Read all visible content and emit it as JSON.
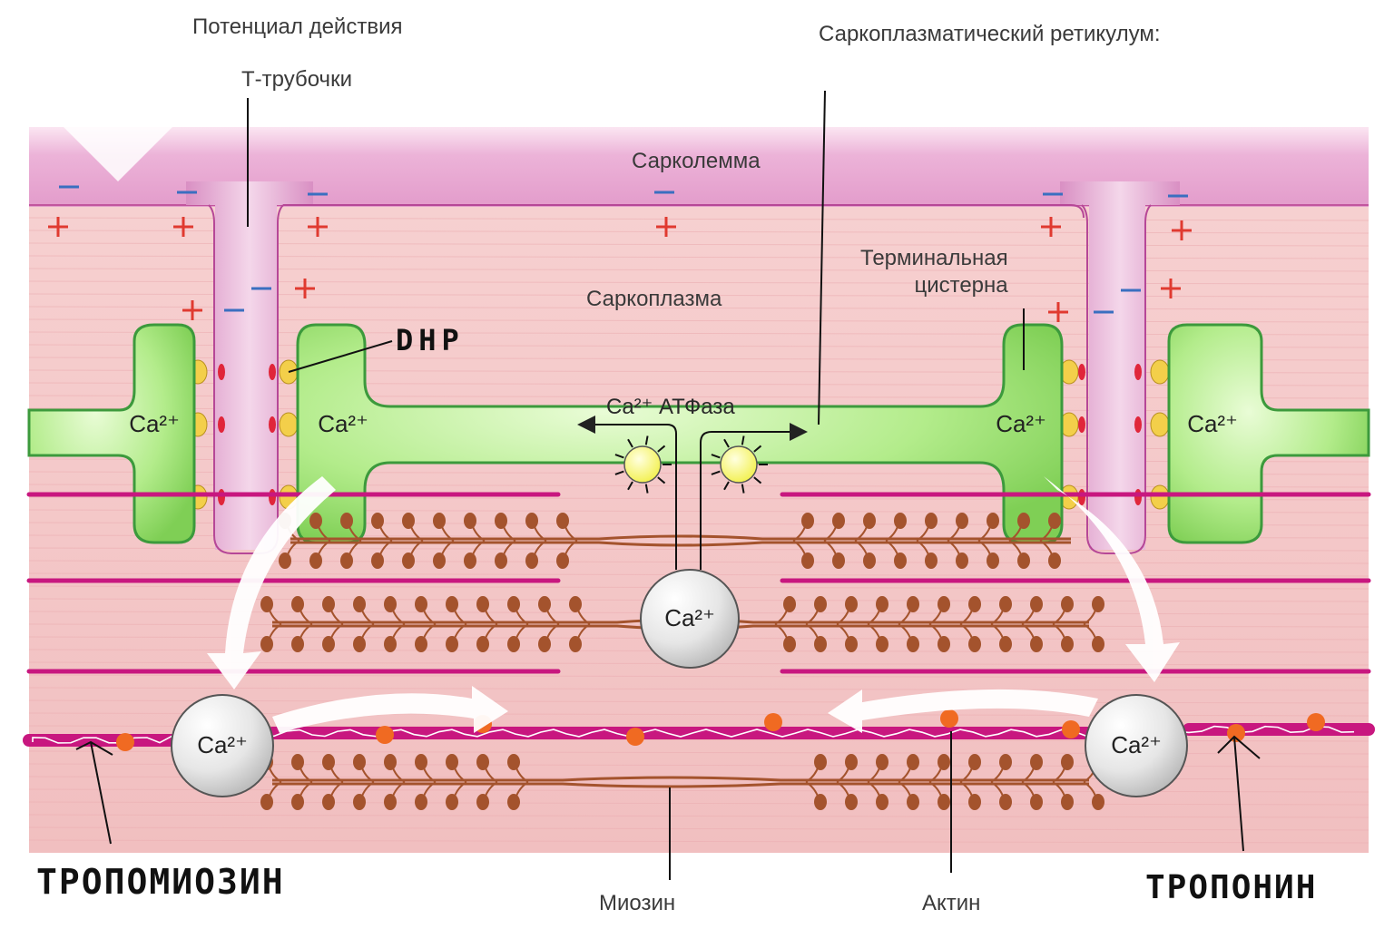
{
  "labels": {
    "action_potential": "Потенциал действия",
    "t_tubules": "Т-трубочки",
    "sarcoplasmic_reticulum": "Саркоплазматический ретикулум:",
    "sarcolemma": "Сарколемма",
    "sarcoplasm": "Саркоплазма",
    "terminal_cistern": "Терминальная\nцистерна",
    "ca_atpase": "Ca²⁺ АТФаза",
    "myosin": "Миозин",
    "actin": "Актин"
  },
  "handwritten": {
    "dhp": "DHP",
    "tropomyosin": "ТРОПОМИОЗИН",
    "troponin": "ТРОПОНИН"
  },
  "ion_label": "Ca²⁺",
  "colors": {
    "membrane_pink": "#e7a6d2",
    "sarcoplasm_bg": "#f4c6c6",
    "sr_green": "#9fe07a",
    "sr_outline": "#3c9a3c",
    "actin_magenta": "#c8177f",
    "myosin_brown": "#a4532d",
    "troponin_orange": "#f06a22",
    "plus_red": "#e03a30",
    "minus_blue": "#3a6fc0"
  }
}
